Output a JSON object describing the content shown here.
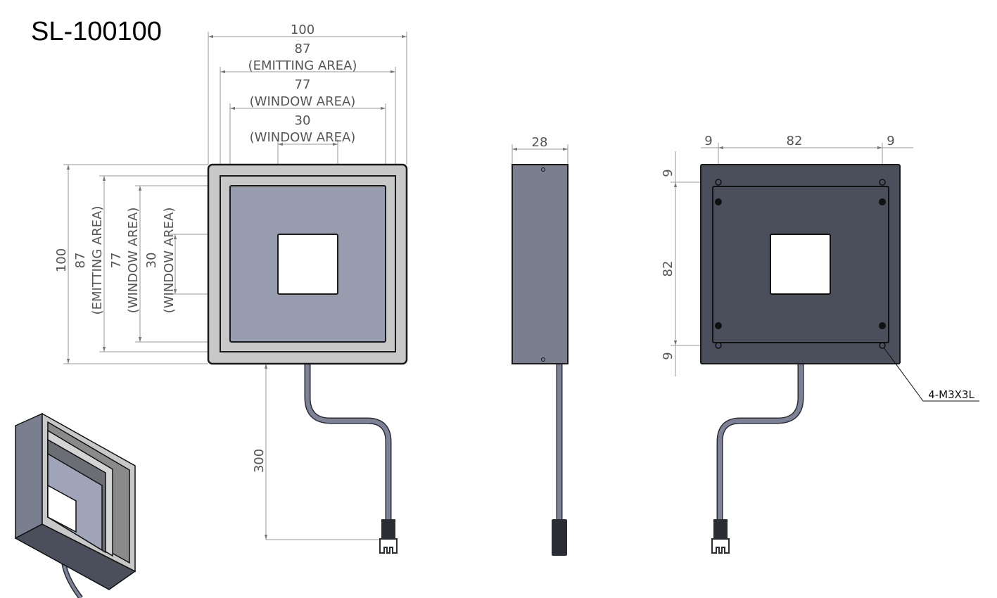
{
  "title": "SL-100100",
  "front_view": {
    "width_overall": "100",
    "emitting_width": "87",
    "emitting_label": "(EMITTING AREA)",
    "window_width": "77",
    "window_label": "(WINDOW AREA)",
    "inner_window_width": "30",
    "inner_window_label": "(WINDOW AREA)",
    "height_overall": "100",
    "emitting_height": "87",
    "window_height": "77",
    "inner_window_height": "30",
    "cable_length": "300"
  },
  "side_view": {
    "depth": "28"
  },
  "back_view": {
    "top_left": "9",
    "top_mid": "82",
    "top_right": "9",
    "side_top": "9",
    "side_mid": "82",
    "side_bottom": "9",
    "hole_callout": "4-M3X3L"
  },
  "colors": {
    "frame": "#c8c8c8",
    "window": "#979cae",
    "side": "#7a7f8f",
    "back": "#4b4e5b"
  }
}
